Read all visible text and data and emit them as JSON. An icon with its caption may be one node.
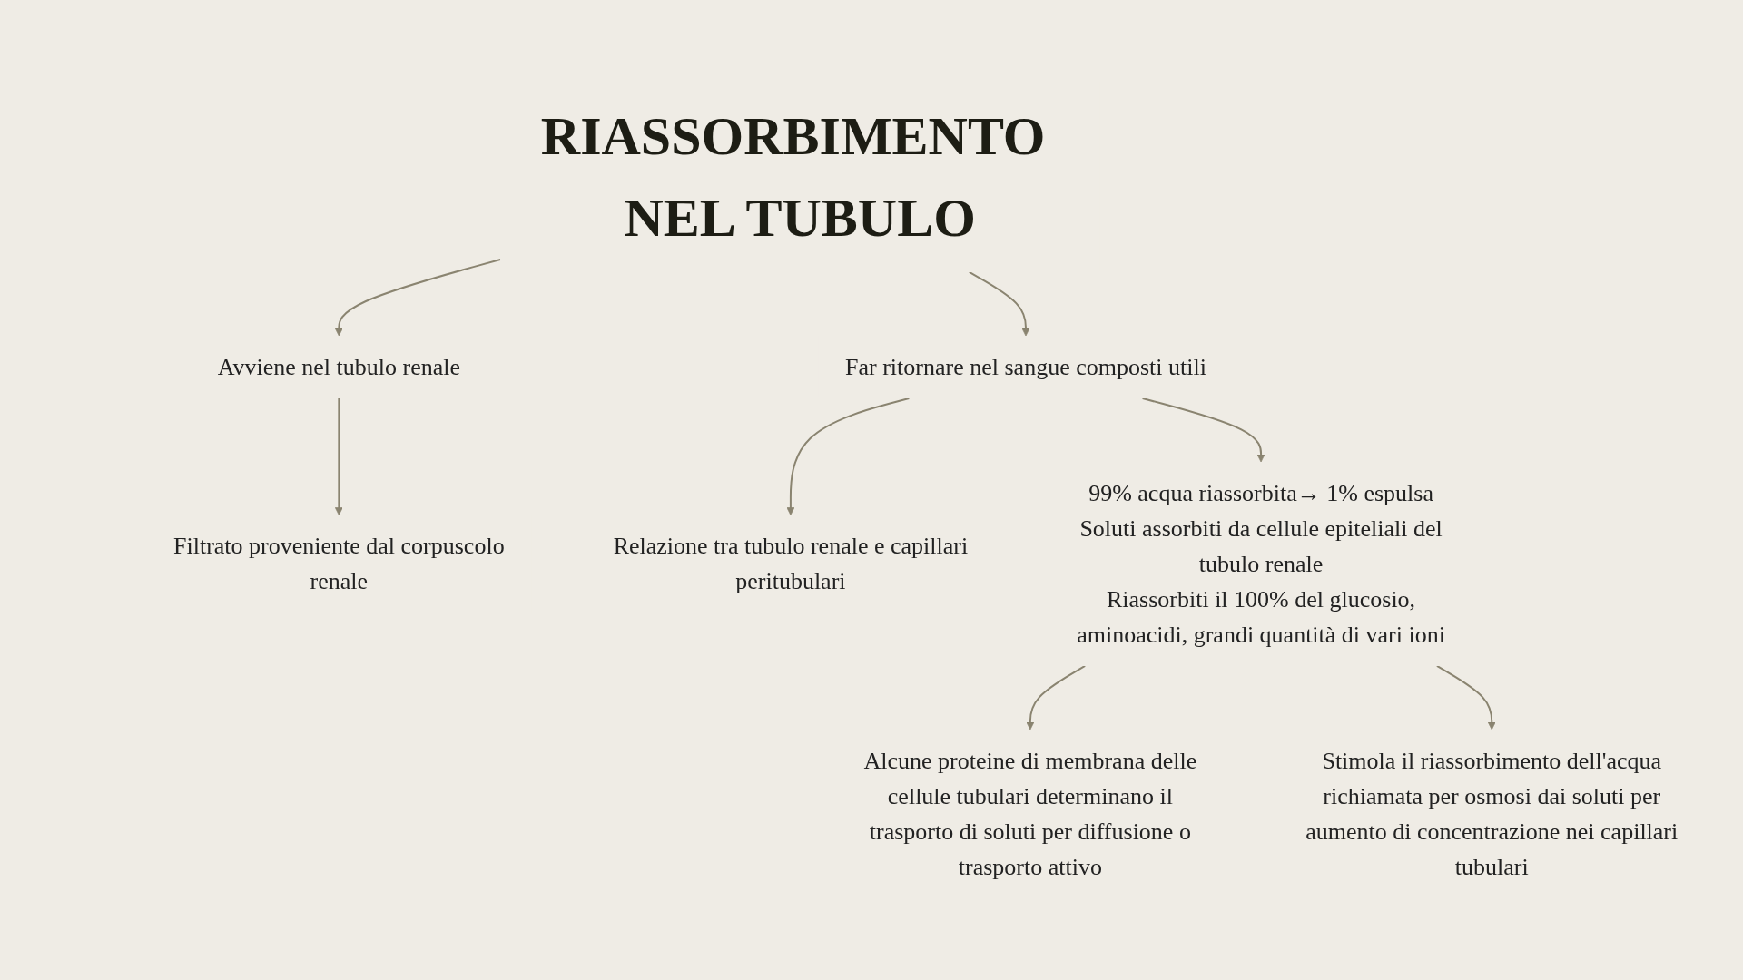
{
  "diagram": {
    "nodes": [
      {
        "text": [
          "RIASSORBIMENTO NEL TUBULO"
        ]
      },
      {
        "text": [
          "Avviene nel tubulo renale"
        ]
      },
      {
        "text": [
          "Filtrato proveniente dal corpuscolo renale"
        ]
      },
      {
        "text": [
          "Relazione tra tubulo renale e capillari peritubulari"
        ]
      },
      {
        "text": [
          "Far ritornare nel sangue composti utili"
        ]
      },
      {
        "text": [
          "99% acqua riassorbita→ 1% espulsa",
          "Soluti assorbiti da cellule epiteliali del tubulo renale",
          "Riassorbiti il 100% del glucosio, aminoacidi, grandi quantità di vari ioni"
        ]
      },
      {
        "text": [
          "Alcune proteine di membrana delle cellule tubulari determinano il trasporto di soluti per diffusione o trasporto attivo"
        ]
      },
      {
        "text": [
          "Stimola il riassorbimento dell'acqua richiamata per osmosi dai soluti per aumento di concentrazione nei capillari tubulari"
        ]
      }
    ],
    "edges": [
      {
        "from": 0,
        "to": 1,
        "arrow": "to"
      },
      {
        "from": 0,
        "to": 4,
        "arrow": "to"
      },
      {
        "from": 1,
        "to": 2,
        "arrow": "to"
      },
      {
        "from": 4,
        "to": 3,
        "arrow": "to"
      },
      {
        "from": 4,
        "to": 5,
        "arrow": "to"
      },
      {
        "from": 5,
        "to": 6,
        "arrow": "to"
      },
      {
        "from": 5,
        "to": 7,
        "arrow": "to"
      }
    ]
  }
}
